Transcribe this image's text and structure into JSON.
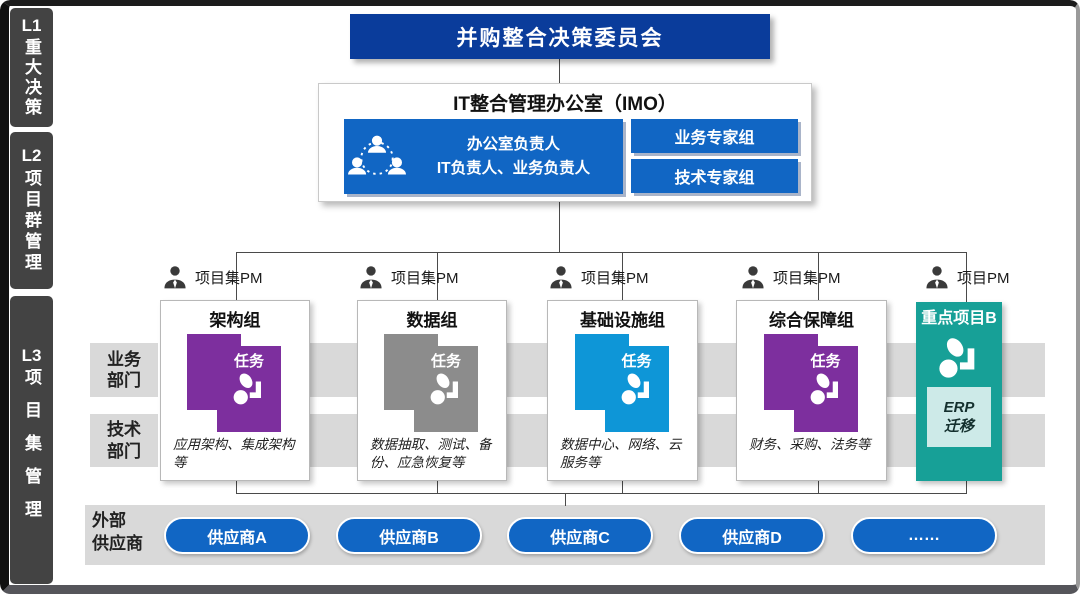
{
  "palette": {
    "navy": "#0a3c9b",
    "blue": "#1166c4",
    "purple": "#7d2f9e",
    "gray": "#8c8c8c",
    "azure": "#0e96d7",
    "teal": "#17a097",
    "teal_light": "#cdeae8",
    "band_gray": "#d9d9d9",
    "sidebar_dark": "#434343"
  },
  "icons": {
    "pm": "person-bust-icon",
    "imo_lead": "team-network-icon",
    "task": "task-arrow-icon"
  },
  "sidebar": {
    "tabs": [
      {
        "code": "L1",
        "label": "重大决策"
      },
      {
        "code": "L2",
        "label": "项目群管理"
      },
      {
        "code": "L3",
        "label": "项目集管理"
      }
    ]
  },
  "header": {
    "committee": "并购整合决策委员会",
    "imo_title": "IT整合管理办公室（IMO）",
    "imo_lead_line1": "办公室负责人",
    "imo_lead_line2": "IT负责人、业务负责人",
    "expert_groups": [
      "业务专家组",
      "技术专家组"
    ]
  },
  "rows": {
    "business": "业务\n部门",
    "tech": "技术\n部门",
    "external": "外部\n供应商"
  },
  "columns": [
    {
      "pm": "项目集PM",
      "title": "架构组",
      "task": "任务",
      "desc": "应用架构、集成架构等",
      "accent": "#7d2f9e"
    },
    {
      "pm": "项目集PM",
      "title": "数据组",
      "task": "任务",
      "desc": "数据抽取、测试、备份、应急恢复等",
      "accent": "#8c8c8c"
    },
    {
      "pm": "项目集PM",
      "title": "基础设施组",
      "task": "任务",
      "desc": "数据中心、网络、云服务等",
      "accent": "#0e96d7"
    },
    {
      "pm": "项目集PM",
      "title": "综合保障组",
      "task": "任务",
      "desc": "财务、采购、法务等",
      "accent": "#7d2f9e"
    },
    {
      "pm": "项目PM",
      "title": "重点项目B",
      "task": "",
      "desc": "ERP\n迁移",
      "accent": "#17a097"
    }
  ],
  "suppliers": [
    "供应商A",
    "供应商B",
    "供应商C",
    "供应商D",
    "……"
  ]
}
